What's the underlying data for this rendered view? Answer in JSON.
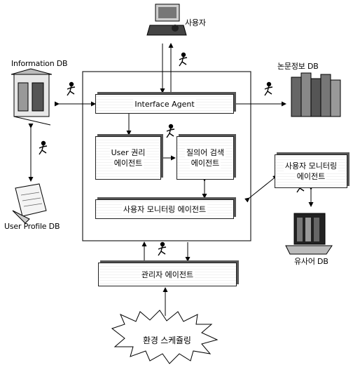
{
  "external": {
    "user": "사용자",
    "information_db": "Information DB",
    "thesis_db": "논문정보 DB",
    "user_profile_db": "User Profile DB",
    "similar_db": "유사어 DB",
    "schedule": "환경 스케쥴링"
  },
  "agents": {
    "interface": "Interface Agent",
    "user_rights_line1": "User 권리",
    "user_rights_line2": "에이전트",
    "intent_search_line1": "질의어 검색",
    "intent_search_line2": "에이전트",
    "user_monitoring_inner": "사용자 모니터링 에이전트",
    "user_monitoring_outer_line1": "사용자 모니터링",
    "user_monitoring_outer_line2": "에이전트",
    "admin": "관리자 에이전트"
  }
}
